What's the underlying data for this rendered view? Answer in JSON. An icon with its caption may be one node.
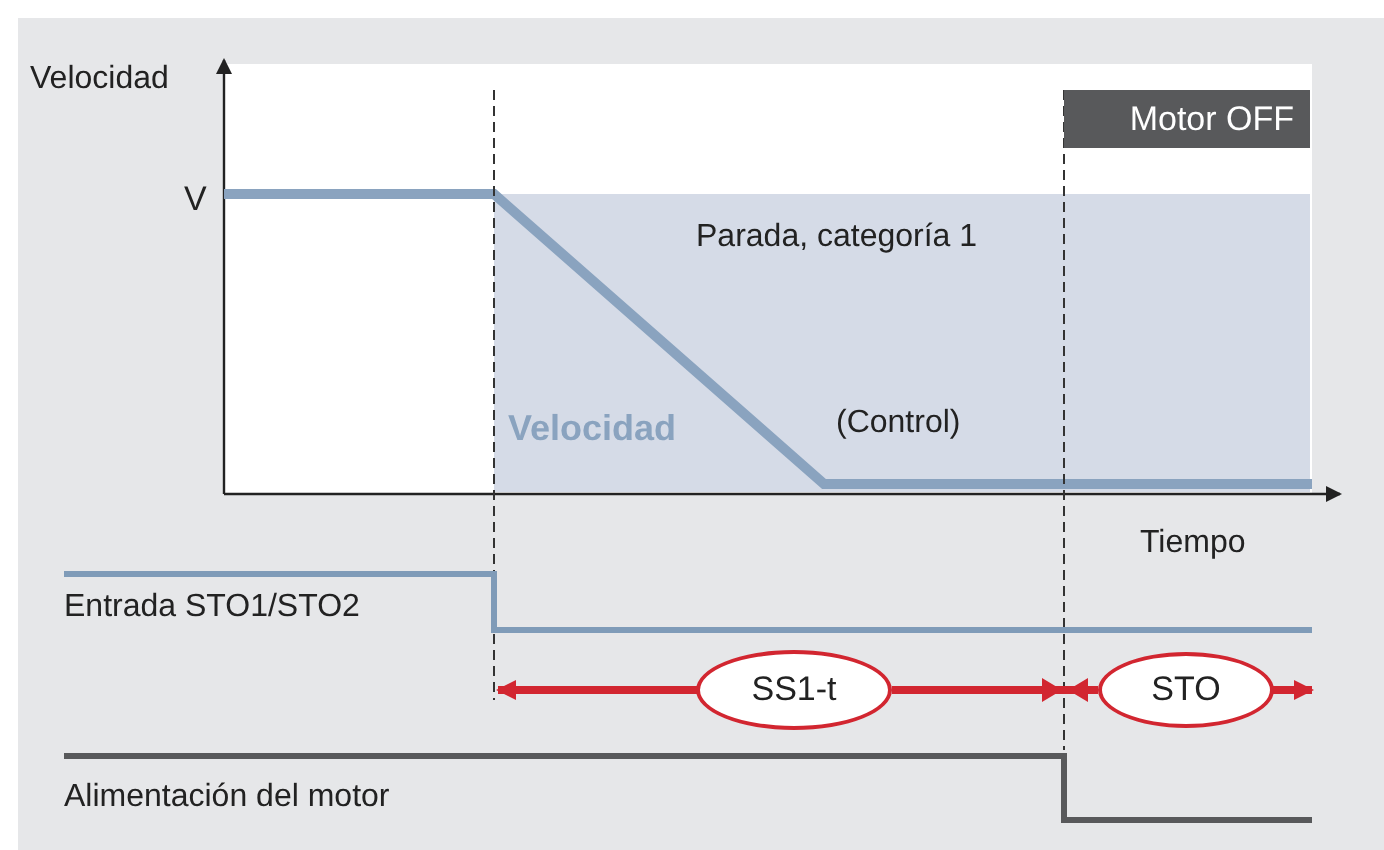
{
  "diagram": {
    "nodes": [
      {
        "text": [
          "Parada, categoría 1",
          "(Control)"
        ]
      },
      {
        "text": [
          "Motor OFF"
        ]
      },
      {
        "text": [
          "SS1-t"
        ]
      },
      {
        "text": [
          "STO"
        ]
      }
    ],
    "edges": [
      {
        "from": 2,
        "to": 3,
        "arrow": "none"
      }
    ],
    "labels": [
      "Velocidad",
      "V",
      "Velocidad",
      "Tiempo",
      "Entrada STO1/STO2",
      "Alimentación del motor"
    ]
  }
}
